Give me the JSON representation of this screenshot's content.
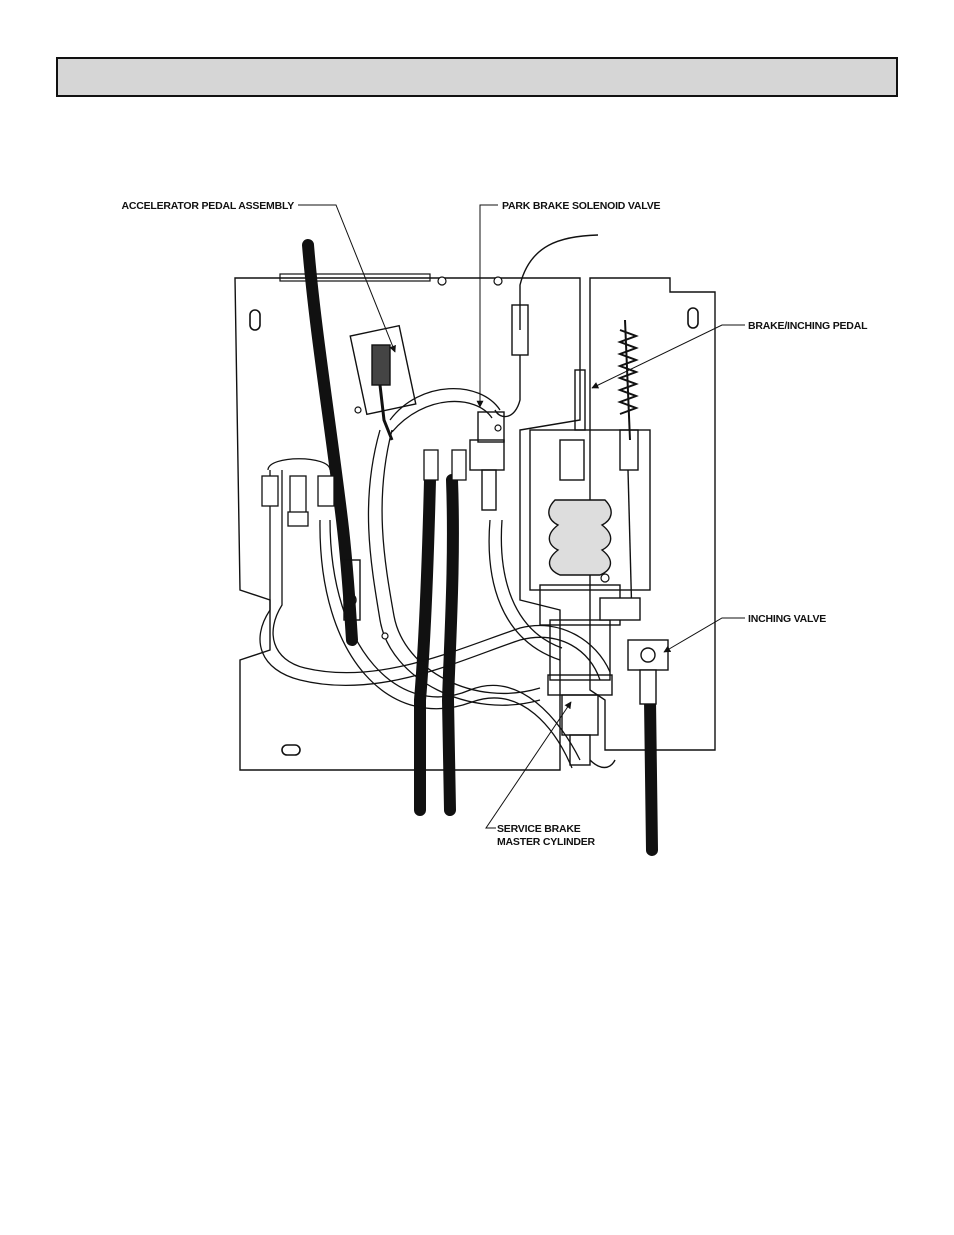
{
  "callouts": {
    "accelerator": "ACCELERATOR PEDAL ASSEMBLY",
    "park_brake": "PARK BRAKE SOLENOID VALVE",
    "brake_inching": "BRAKE/INCHING PEDAL",
    "inching_valve": "INCHING VALVE",
    "master_cylinder_line1": "SERVICE BRAKE",
    "master_cylinder_line2": "MASTER CYLINDER"
  }
}
